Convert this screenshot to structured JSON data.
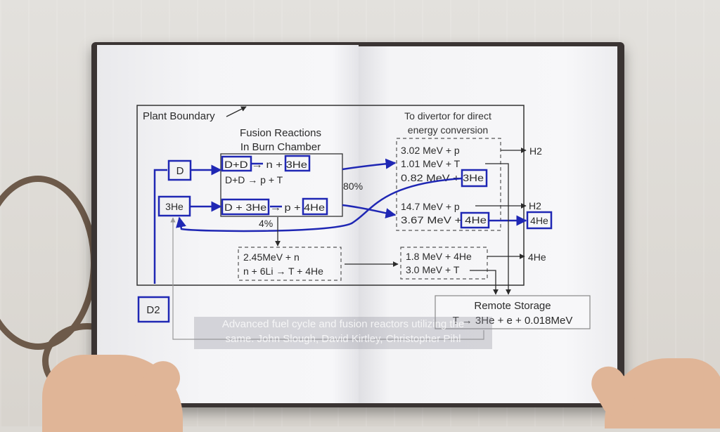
{
  "diagram": {
    "plant_boundary": "Plant Boundary",
    "divertor_title_line1": "To divertor for direct",
    "divertor_title_line2": "energy conversion",
    "fusion_title_line1": "Fusion Reactions",
    "fusion_title_line2": "In Burn Chamber",
    "input_d": "D",
    "input_he3": "3He",
    "input_d2": "D2",
    "reaction_dd_he3": "D+D → n + 3He",
    "reaction_dd_t": "D+D → p + T",
    "reaction_dhe3": "D + 3He → p + 4He",
    "pct_80": "80%",
    "pct_4": "4%",
    "product_1": "3.02 MeV + p",
    "product_2": "1.01 MeV + T",
    "product_3": "0.82 MeV + 3He",
    "product_4": "14.7 MeV + p",
    "product_5": "3.67 MeV + 4He",
    "neutron_1": "2.45MeV + n",
    "neutron_2": "n + 6Li → T + 4He",
    "breed_1": "1.8 MeV + 4He",
    "breed_2": "3.0 MeV + T",
    "out_h2_1": "H2",
    "out_h2_2": "H2",
    "out_he4_boxed": "4He",
    "out_he4": "4He",
    "storage_title": "Remote Storage",
    "storage_decay": "T → 3He + e + 0.018MeV"
  },
  "caption": {
    "line1": "Advanced fuel cycle and fusion reactors utilizing the",
    "line2": "same. John Slough, David Kirtley, Christopher Pihl"
  },
  "colors": {
    "highlight": "#1f27b4",
    "ink": "#2b2b2b"
  }
}
